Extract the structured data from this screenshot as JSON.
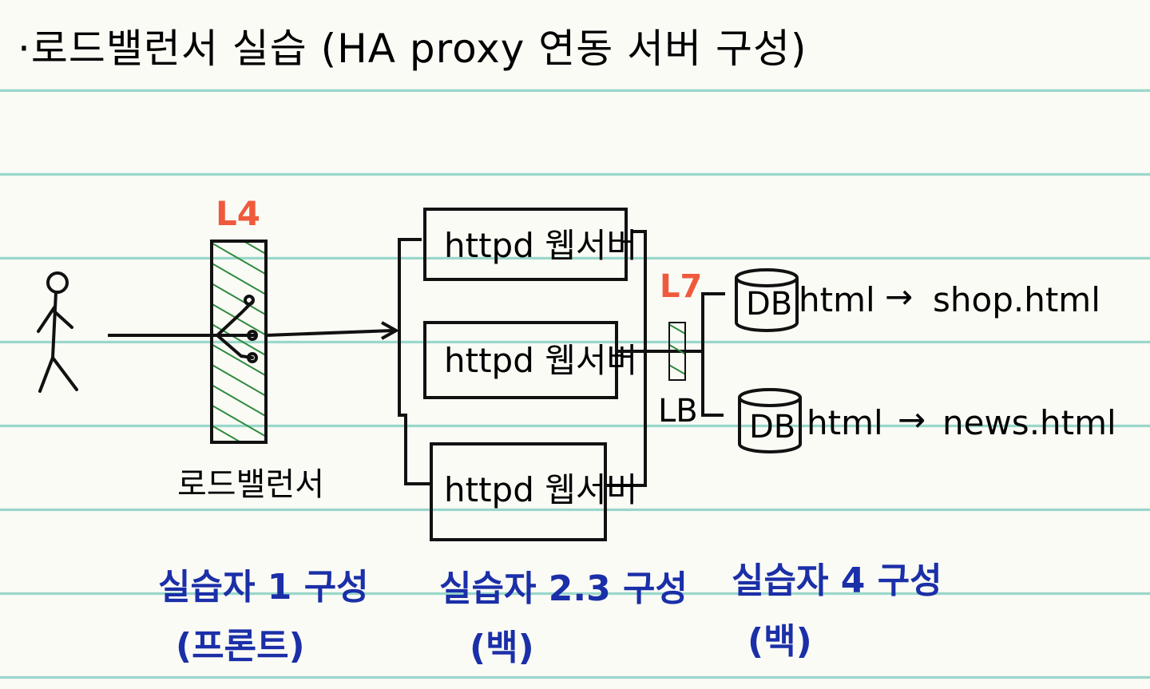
{
  "title": "·로드밸런서 실습 (HA proxy 연동 서버 구성)",
  "balancer": {
    "layer": "L4",
    "caption": "로드밸런서"
  },
  "web_servers": [
    {
      "label": "httpd 웹서버"
    },
    {
      "label": "httpd 웹서버"
    },
    {
      "label": "httpd 웹서버"
    }
  ],
  "l7": {
    "layer": "L7",
    "caption": "LB"
  },
  "databases": [
    {
      "label": "DB",
      "suffix": "html",
      "arrow": "→",
      "target": "shop.html"
    },
    {
      "label": "DB",
      "suffix": "html",
      "arrow": "→",
      "target": "news.html"
    }
  ],
  "groups": [
    {
      "line1": "실습자 1 구성",
      "line2": "(프론트)"
    },
    {
      "line1": "실습자 2.3 구성",
      "line2": "(백)"
    },
    {
      "line1": "실습자 4 구성",
      "line2": "(백)"
    }
  ],
  "colors": {
    "ink": "#111111",
    "accent_red": "#ef5a3c",
    "hatch_green": "#2e8b3e",
    "caption_blue": "#1b2fa8",
    "rule_line": "#8fd3c6"
  }
}
